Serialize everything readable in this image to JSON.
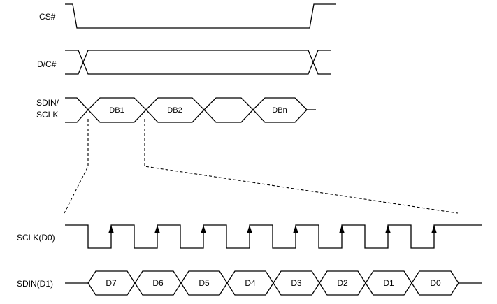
{
  "signals": {
    "cs": "CS#",
    "dc": "D/C#",
    "sdin_sclk_line1": "SDIN/",
    "sdin_sclk_line2": "SCLK",
    "sclk_d0": "SCLK(D0)",
    "sdin_d1": "SDIN(D1)"
  },
  "top_bytes": [
    "DB1",
    "DB2",
    "",
    "DBn"
  ],
  "bits": [
    "D7",
    "D6",
    "D5",
    "D4",
    "D3",
    "D2",
    "D1",
    "D0"
  ]
}
